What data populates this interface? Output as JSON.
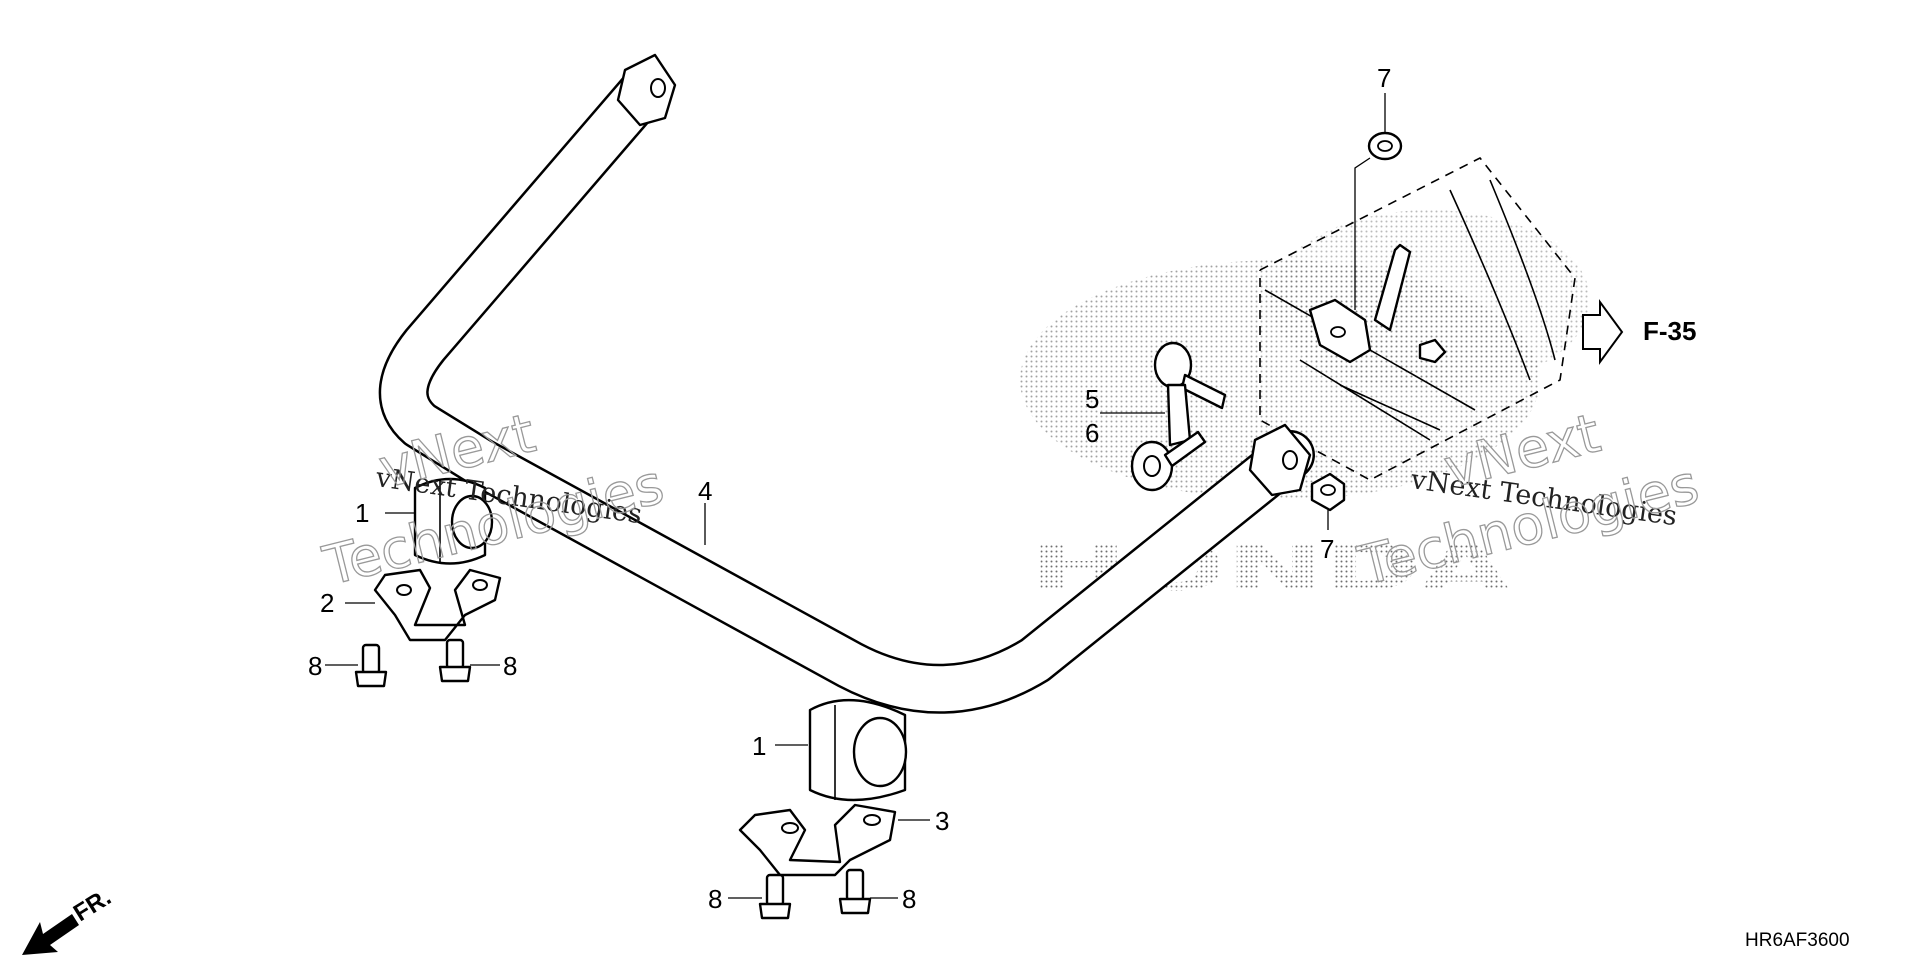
{
  "diagram": {
    "callouts": [
      "1",
      "2",
      "1",
      "3",
      "4",
      "5",
      "6",
      "7",
      "7",
      "8",
      "8",
      "8",
      "8"
    ],
    "reference": {
      "label": "F-35",
      "icon": "outline-arrow-right-icon"
    },
    "front_indicator": {
      "label": "FR.",
      "icon": "arrow-down-left-icon"
    },
    "diagram_code": "HR6AF3600",
    "watermarks": {
      "serif_left": "vNext Technologies",
      "serif_right": "vNext Technologies",
      "outline_left_1": "vNext",
      "outline_left_2": "Technologies",
      "outline_right_1": "vNext",
      "outline_right_2": "Technologies",
      "brand": "HONDA"
    }
  }
}
